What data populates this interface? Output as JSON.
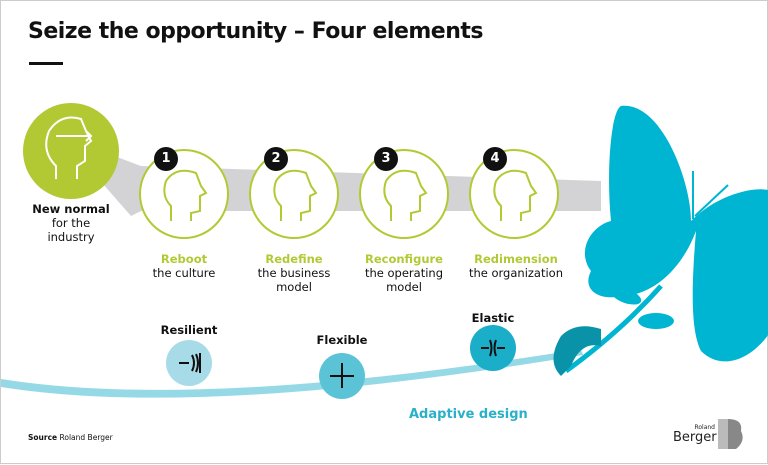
{
  "title": "Seize the opportunity – Four elements",
  "start": {
    "bold": "New normal",
    "rest1": "for the",
    "rest2": "industry"
  },
  "steps": [
    {
      "number": "1",
      "title": "Reboot",
      "line1": "the culture",
      "line2": ""
    },
    {
      "number": "2",
      "title": "Redefine",
      "line1": "the business",
      "line2": "model"
    },
    {
      "number": "3",
      "title": "Reconfigure",
      "line1": "the operating",
      "line2": "model"
    },
    {
      "number": "4",
      "title": "Redimension",
      "line1": "the organization",
      "line2": ""
    }
  ],
  "qualities": [
    "Resilient",
    "Flexible",
    "Elastic"
  ],
  "adaptive": "Adaptive design",
  "source": {
    "label": "Source",
    "value": "Roland Berger"
  },
  "logo": {
    "top": "Roland",
    "bottom": "Berger"
  },
  "colors": {
    "green": "#b3c934",
    "blue": "#00b5d1",
    "grey": "#d3d3d6"
  }
}
